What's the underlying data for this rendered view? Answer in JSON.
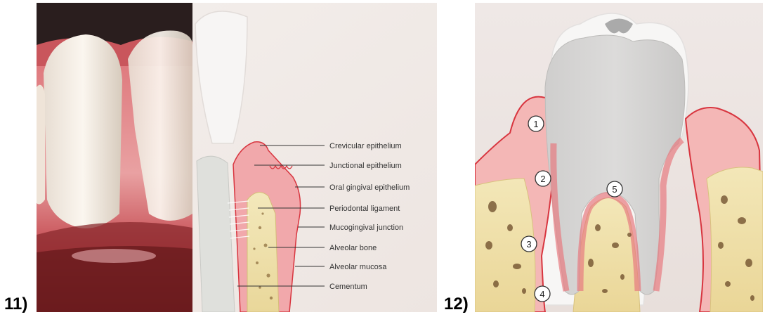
{
  "figure_labels": {
    "left": "11)",
    "right": "12)"
  },
  "left_panel": {
    "labels": [
      "Crevicular epithelium",
      "Junctional epithelium",
      "Oral gingival epithelium",
      "Periodontal ligament",
      "Mucogingival junction",
      "Alveolar bone",
      "Alveolar mucosa",
      "Cementum"
    ]
  },
  "right_panel": {
    "markers": [
      "1",
      "2",
      "3",
      "4",
      "5"
    ]
  },
  "colors": {
    "gum": "#e88a90",
    "gum_edge": "#d8353f",
    "bone": "#efe0a8",
    "tooth": "#d8d7d6",
    "paper": "#f2ecea"
  }
}
